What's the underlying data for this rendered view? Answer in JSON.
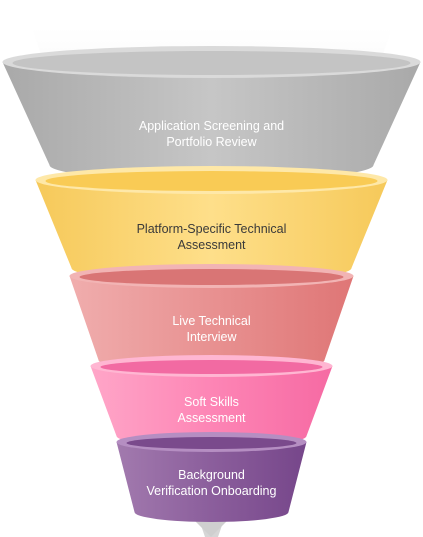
{
  "funnel": {
    "stages": [
      {
        "label": "Application Screening and\nPortfolio Review",
        "color": "#b9b9b9",
        "rim": "#dadada",
        "inner": "#c4c4c4",
        "text_color": "#ffffff"
      },
      {
        "label": "Platform-Specific Technical\nAssessment",
        "color": "#fed978",
        "rim": "#fee8a8",
        "inner": "#f9cb55",
        "text_color": "#3a3a3a"
      },
      {
        "label": "Live Technical\nInterview",
        "color": "#e58a8a",
        "rim": "#f2b4b4",
        "inner": "#d97575",
        "text_color": "#ffffff"
      },
      {
        "label": "Soft Skills\nAssessment",
        "color": "#fd7fb2",
        "rim": "#ffb6d2",
        "inner": "#f26aa2",
        "text_color": "#ffffff"
      },
      {
        "label": "Background\nVerification Onboarding",
        "color": "#8b5a9c",
        "rim": "#b58ec2",
        "inner": "#7a4a8c",
        "text_color": "#ffffff"
      }
    ]
  }
}
